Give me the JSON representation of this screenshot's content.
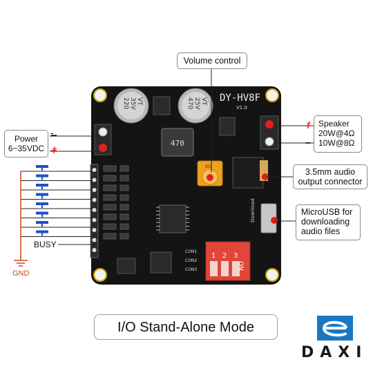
{
  "board": {
    "model": "DY-HV8F",
    "version": "V1.0",
    "cap_left": [
      "220",
      "35V",
      "VT"
    ],
    "cap_right": [
      "470",
      "25V",
      "VT"
    ],
    "inductor": "470",
    "con_labels": [
      "CON1",
      "CON2",
      "CON3"
    ],
    "download_label": "Download",
    "dip_on": "ON",
    "dip_numbers": [
      "1",
      "2",
      "3"
    ],
    "chip_label": "IO3"
  },
  "labels": {
    "volume_control": "Volume control",
    "power": [
      "Power",
      "6~35VDC"
    ],
    "minus": "-",
    "plus": "+",
    "speaker": [
      "Speaker",
      "20W@4Ω",
      "10W@8Ω"
    ],
    "audio": [
      "3.5mm audio",
      "output connector"
    ],
    "usb": [
      "MicroUSB for",
      "downloading",
      "audio files"
    ],
    "busy": "BUSY",
    "gnd": "GND",
    "mode": "I/O Stand-Alone Mode"
  },
  "brand": {
    "logo_letter": "e",
    "name": "DAXI",
    "color": "#1a78c2"
  },
  "colors": {
    "board": "#141414",
    "accent_red": "#e02020",
    "dip_red": "#e0463a",
    "button_blue": "#1e4fc4",
    "gnd_orange": "#c8451c"
  }
}
